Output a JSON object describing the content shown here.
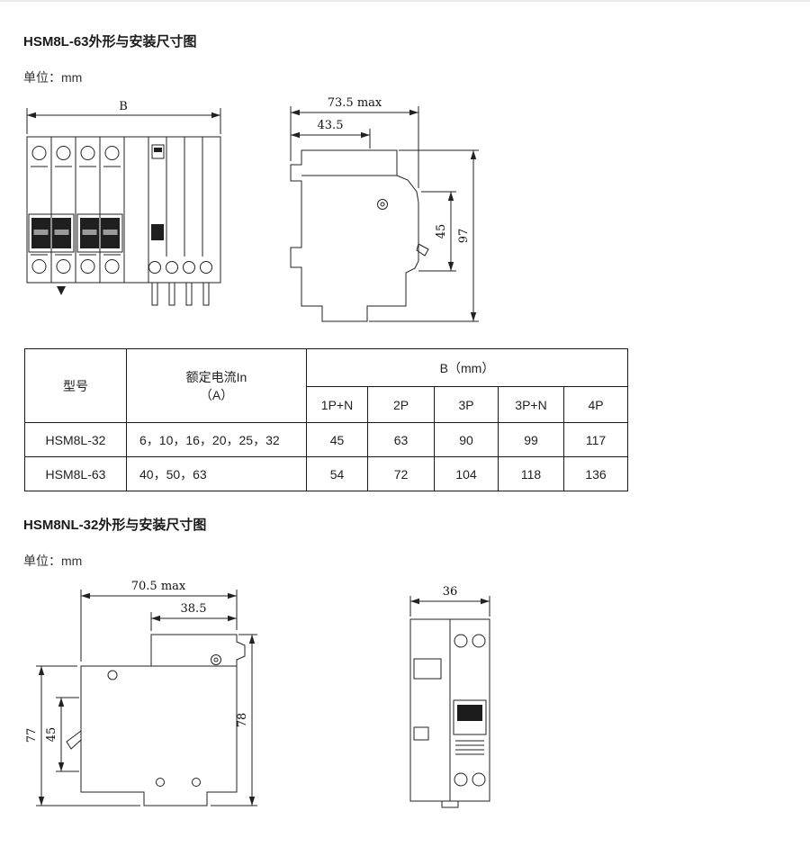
{
  "section1": {
    "title": "HSM8L-63外形与安装尺寸图",
    "unit_label": "单位：mm",
    "front_view": {
      "dim_b": "B"
    },
    "side_view": {
      "dim_overall": "73.5 max",
      "dim_body": "43.5",
      "dim_face": "45",
      "dim_height": "97"
    }
  },
  "spec_table": {
    "col_model": "型号",
    "col_current_line1": "额定电流In",
    "col_current_line2": "（A）",
    "col_b": "B（mm）",
    "sub_cols": [
      "1P+N",
      "2P",
      "3P",
      "3P+N",
      "4P"
    ],
    "rows": [
      {
        "model": "HSM8L-32",
        "current": "6，10，16，20，25，32",
        "values": [
          "45",
          "63",
          "90",
          "99",
          "117"
        ]
      },
      {
        "model": "HSM8L-63",
        "current": "40，50，63",
        "values": [
          "54",
          "72",
          "104",
          "118",
          "136"
        ]
      }
    ]
  },
  "section2": {
    "title": "HSM8NL-32外形与安装尺寸图",
    "unit_label": "单位：mm",
    "side_view": {
      "dim_overall": "70.5 max",
      "dim_body": "38.5",
      "dim_height_left": "77",
      "dim_face": "45",
      "dim_height_right": "78"
    },
    "front_view": {
      "dim_width": "36"
    }
  }
}
